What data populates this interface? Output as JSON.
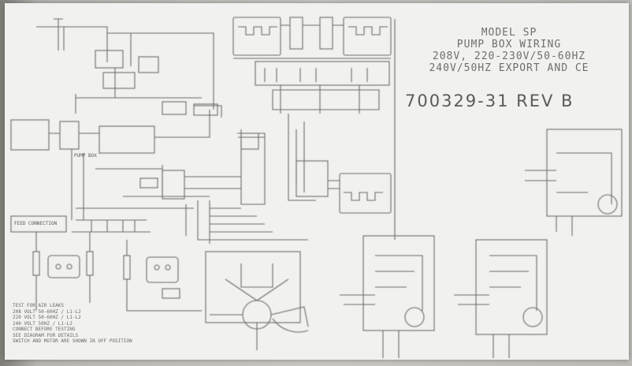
{
  "title_block": {
    "model": "MODEL SP",
    "subtitle": "PUMP BOX WIRING",
    "voltage_1": "208V, 220-230V/50-60HZ",
    "voltage_2": "240V/50HZ EXPORT AND CE",
    "part_number": "700329-31 REV B"
  },
  "labels": {
    "pump_box": "PUMP BOX",
    "feed_connection": "FEED CONNECTION"
  },
  "notes": [
    "TEST FOR AIR LEAKS",
    "208 VOLT 50-60HZ / L1-L2",
    "220 VOLT 50-60HZ / L1-L2",
    "240 VOLT 50HZ / L1-L2",
    "CONNECT BEFORE TESTING",
    "SEE DIAGRAM FOR DETAILS",
    "SWITCH AND MOTOR ARE SHOWN IN OFF POSITION"
  ],
  "colors": {
    "sheet": "#f1f1ef",
    "ink": "#6b6b6b",
    "frame": "#8d8c87"
  }
}
